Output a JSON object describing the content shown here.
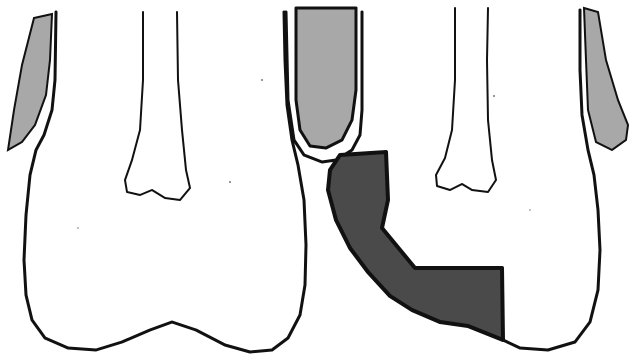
{
  "figure": {
    "panels": [
      {
        "name": "left-tooth",
        "features": [
          "gingiva",
          "root-canal",
          "crown-outline"
        ]
      },
      {
        "name": "right-tooth",
        "features": [
          "gingiva",
          "root-canal",
          "crown-outline",
          "restoration",
          "adjacent-gingiva"
        ]
      }
    ],
    "colors": {
      "outline": "#111111",
      "gingiva_fill": "#a8a8a8",
      "restoration_fill": "#4a4a4a",
      "background": "#ffffff"
    }
  }
}
